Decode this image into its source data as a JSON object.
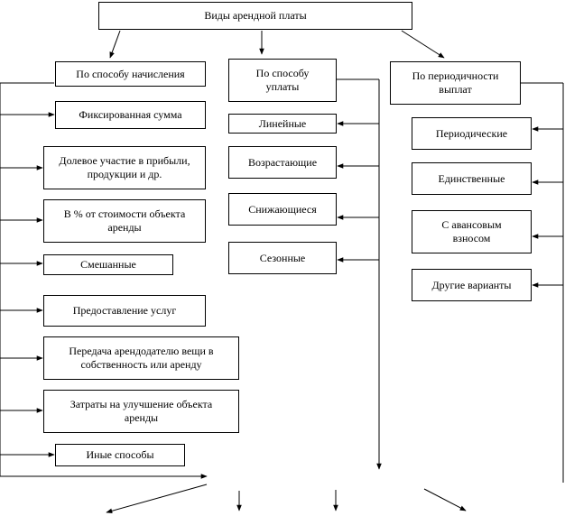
{
  "title": "Виды арендной платы",
  "categories": {
    "accrual": {
      "label": "По способу начисления",
      "items": [
        "Фиксированная сумма",
        "Долевое участие в прибыли, продукции и др.",
        "В % от стоимости объекта аренды",
        "Смешанные",
        "Предоставление услуг",
        "Передача арендодателю вещи в собственность или аренду",
        "Затраты на улучшение объекта аренды",
        "Иные способы"
      ]
    },
    "payment": {
      "label": "По способу уплаты",
      "items": [
        "Линейные",
        "Возрастающие",
        "Снижающиеся",
        "Сезонные"
      ]
    },
    "periodicity": {
      "label": "По периодичности выплат",
      "items": [
        "Периодические",
        "Единственные",
        "С авансовым взносом",
        "Другие варианты"
      ]
    }
  }
}
